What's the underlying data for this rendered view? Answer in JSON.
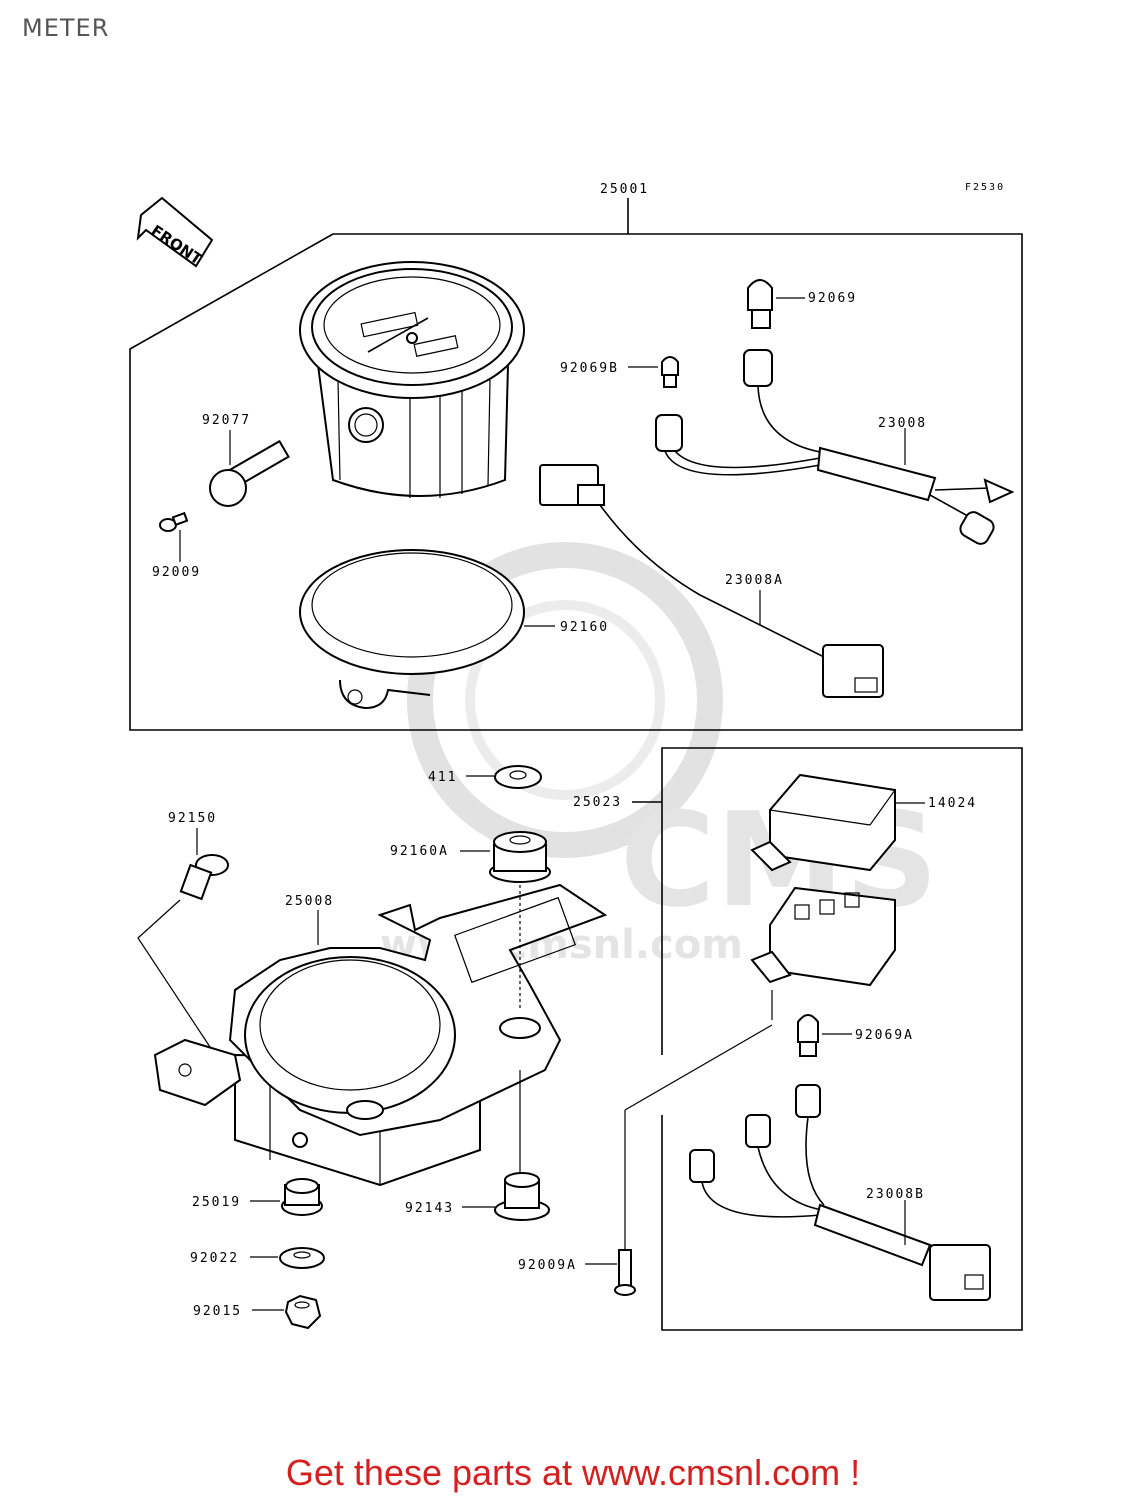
{
  "page": {
    "title": "METER"
  },
  "figure_code": "F2530",
  "front_marker": "FRONT",
  "watermark": {
    "brand": "CMS",
    "url": "www.cmsnl.com"
  },
  "callouts": {
    "p25001": "25001",
    "p92069": "92069",
    "p92069B": "92069B",
    "p23008": "23008",
    "p92077": "92077",
    "p92009": "92009",
    "p23008A": "23008A",
    "p92160": "92160",
    "p411": "411",
    "p25023": "25023",
    "p14024": "14024",
    "p92150": "92150",
    "p92160A": "92160A",
    "p25008": "25008",
    "p92069A": "92069A",
    "p25019": "25019",
    "p92143": "92143",
    "p23008B": "23008B",
    "p92022": "92022",
    "p92009A": "92009A",
    "p92015": "92015"
  },
  "footer": {
    "text": "Get these parts at www.cmsnl.com !"
  }
}
